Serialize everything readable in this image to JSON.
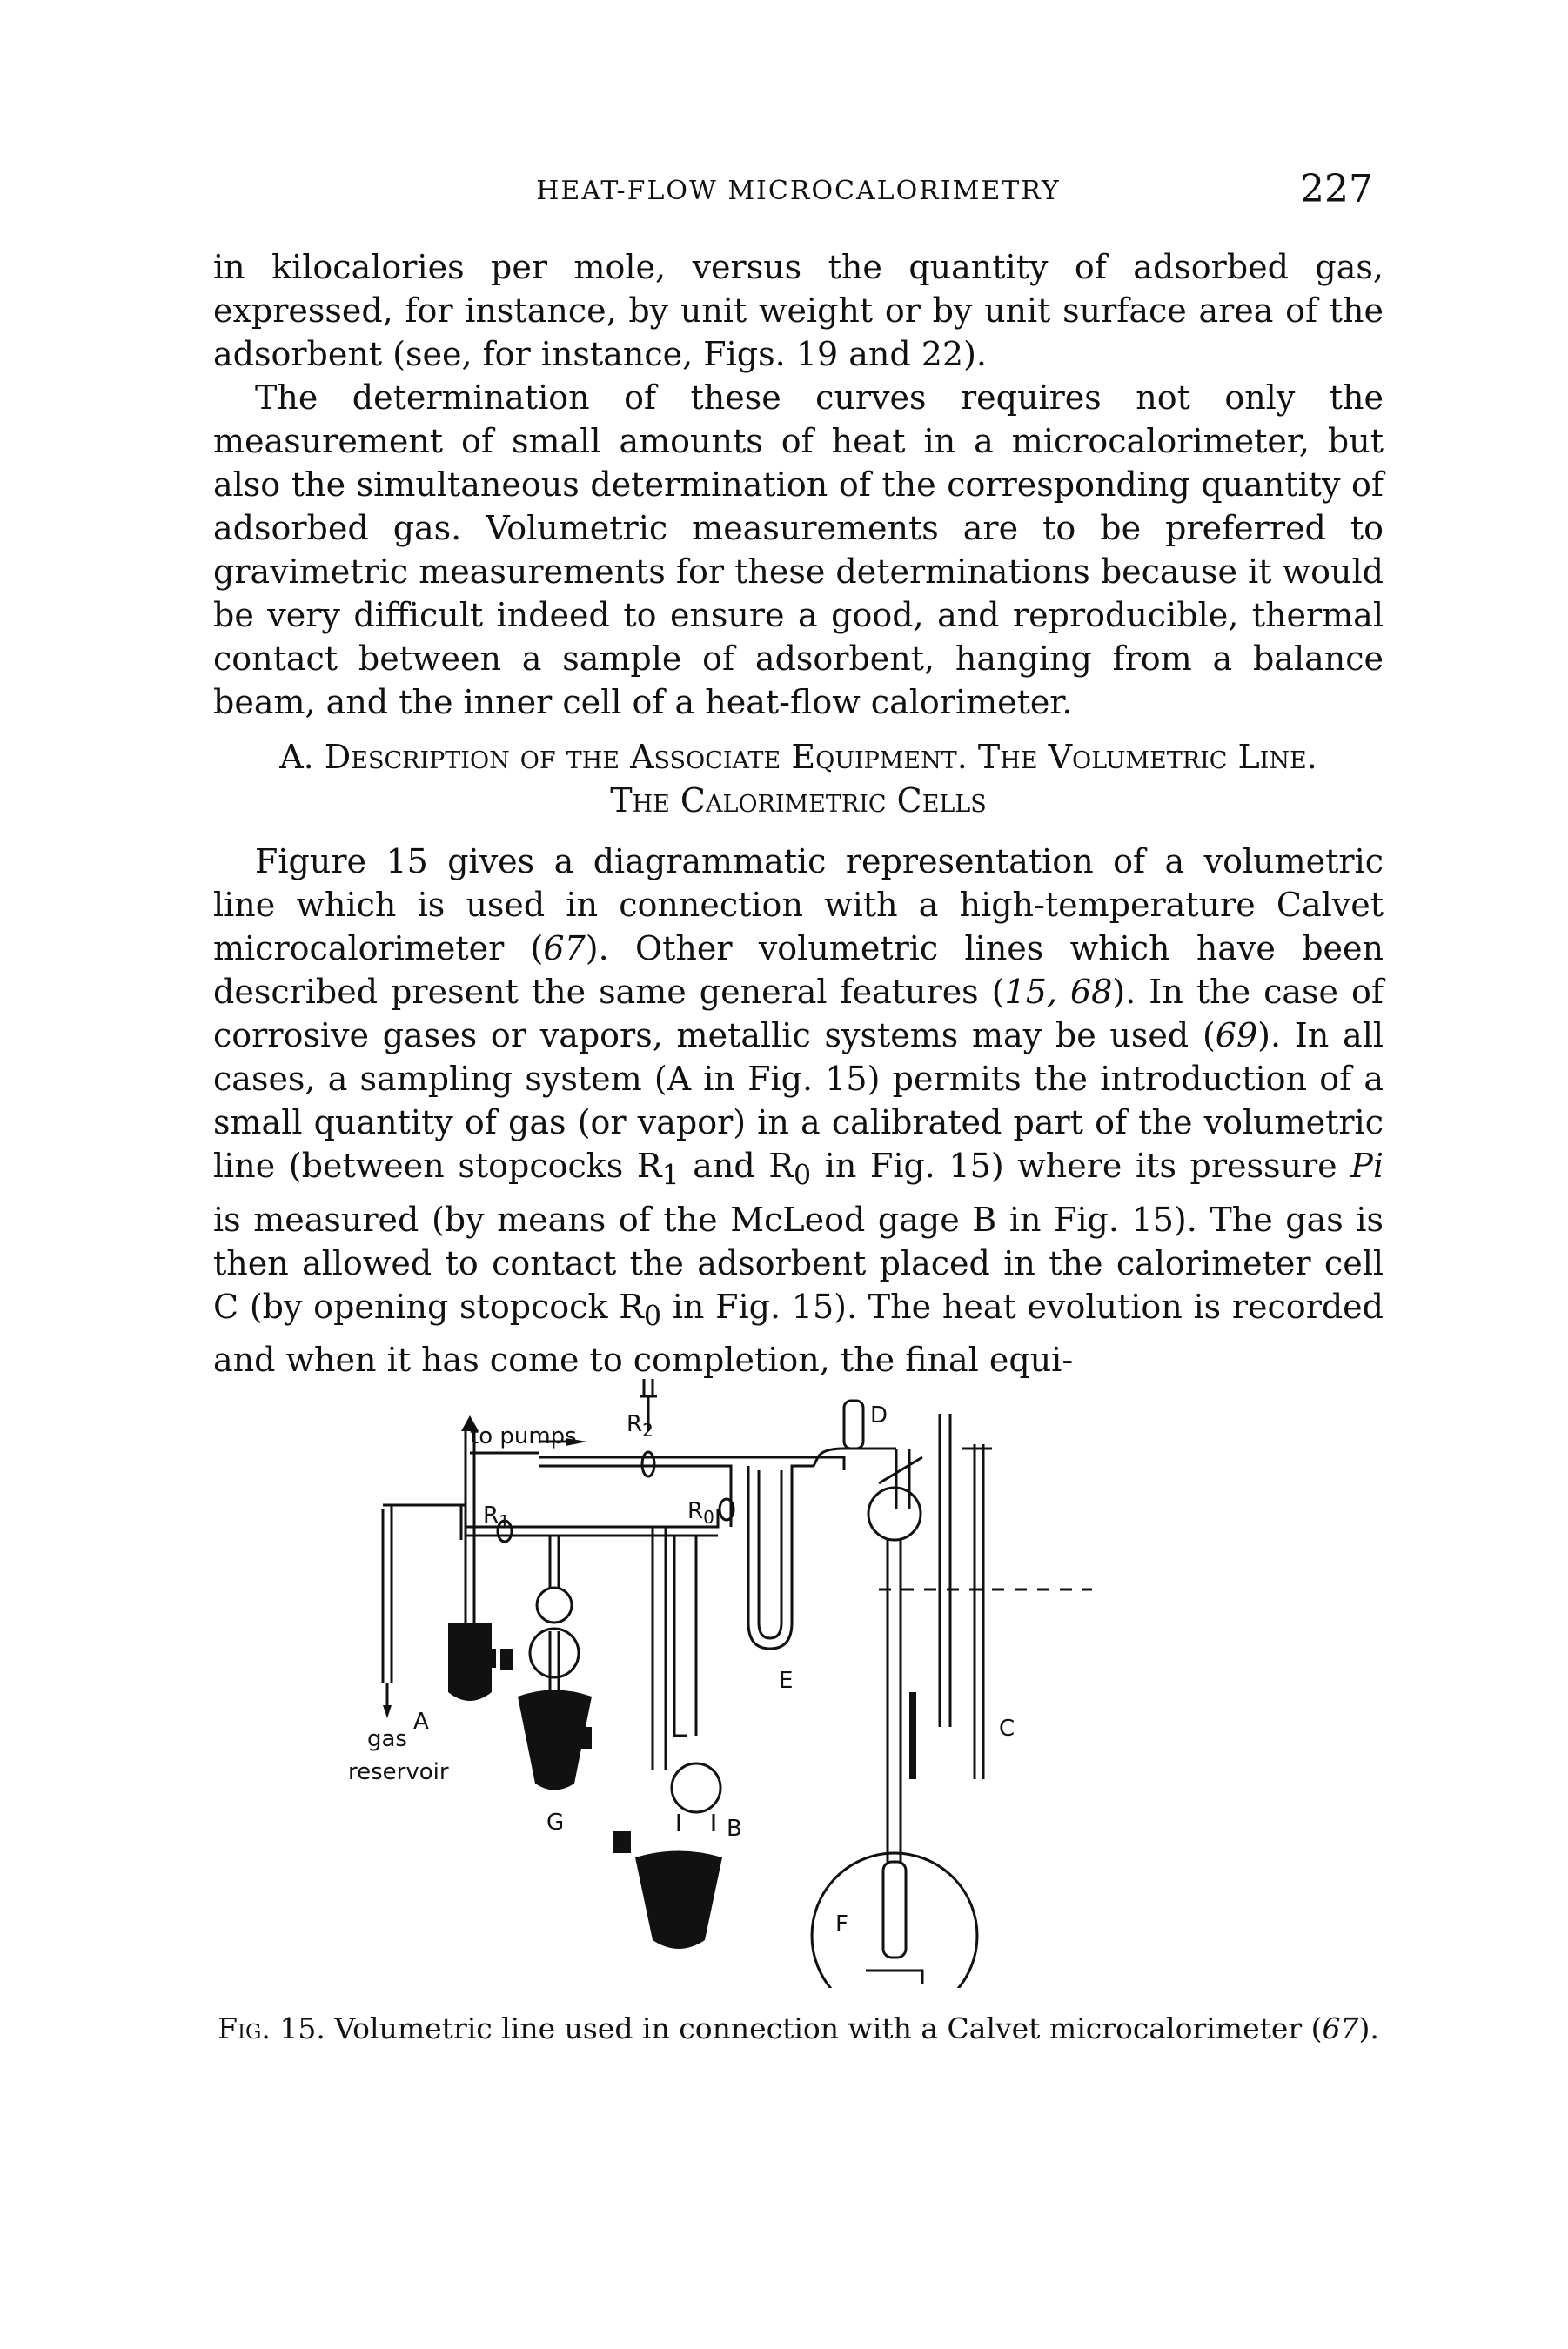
{
  "header": {
    "running_head": "HEAT-FLOW MICROCALORIMETRY",
    "page_number": "227"
  },
  "paragraphs_top": [
    "in kilocalories per mole, versus the quantity of adsorbed gas, expressed, for instance, by unit weight or by unit surface area of the adsorbent (see, for instance, Figs. 19 and 22).",
    "The determination of these curves requires not only the measurement of small amounts of heat in a microcalorimeter, but also the simultaneous determination of the corresponding quantity of adsorbed gas. Volumetric measurements are to be preferred to gravimetric measurements for these determinations because it would be very difficult indeed to ensure a good, and reproducible, thermal contact between a sample of adsorbent, hanging from a balance beam, and the inner cell of a heat-flow calorimeter."
  ],
  "section_heading": {
    "line1": "A. Description of the Associate Equipment. The Volumetric Line.",
    "line2": "The Calorimetric Cells"
  },
  "paragraph_main": {
    "t1": "Figure 15 gives a diagrammatic representation of a volumetric line which is used in connection with a high-temperature Calvet microcalorimeter (",
    "r1": "67",
    "t2": "). Other volumetric lines which have been described present the same general features (",
    "r2": "15, 68",
    "t3": "). In the case of corrosive gases or vapors, metallic systems may be used (",
    "r3": "69",
    "t4": "). In all cases, a sampling system (A in Fig. 15) permits the introduction of a small quantity of gas (or vapor) in a calibrated part of the volumetric line (between stopcocks R",
    "sub1": "1",
    "t5": " and R",
    "sub2": "0",
    "t6": " in Fig. 15) where its pressure ",
    "pi": "Pi",
    "t7": " is measured (by means of the McLeod gage B in Fig. 15). The gas is then allowed to contact the adsorbent placed in the calorimeter cell C (by opening stopcock R",
    "sub3": "0",
    "t8": " in Fig. 15). The heat evolution is recorded and when it has come to completion, the final equi-"
  },
  "figure": {
    "labels": {
      "to_pumps": "to pumps",
      "r2": "R",
      "r2_sub": "2",
      "r1": "R",
      "r1_sub": "1",
      "r0": "R",
      "r0_sub": "0",
      "d": "D",
      "e": "E",
      "a": "A",
      "gas": "gas",
      "reservoir": "reservoir",
      "g": "G",
      "b": "B",
      "c": "C",
      "f": "F"
    }
  },
  "caption": {
    "fig": "Fig. 15.",
    "text": " Volumetric line used in connection with a Calvet microcalorimeter (",
    "ref": "67",
    "end": ")."
  }
}
